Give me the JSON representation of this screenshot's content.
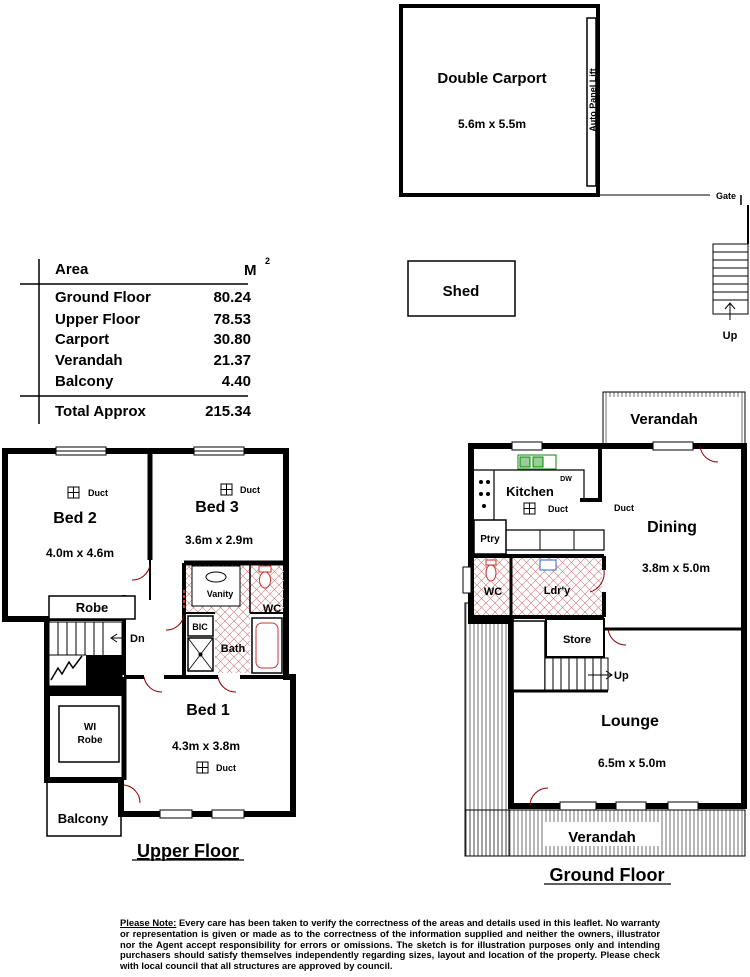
{
  "carport": {
    "title": "Double Carport",
    "dims": "5.6m x 5.5m",
    "door": "Auto Panel Lift"
  },
  "gate": "Gate",
  "shed": "Shed",
  "stairs_up_outside": "Up",
  "area_table": {
    "header_label": "Area",
    "header_unit": "M",
    "header_sup": "2",
    "rows": [
      {
        "label": "Ground Floor",
        "value": "80.24"
      },
      {
        "label": "Upper Floor",
        "value": "78.53"
      },
      {
        "label": "Carport",
        "value": "30.80"
      },
      {
        "label": "Verandah",
        "value": "21.37"
      },
      {
        "label": "Balcony",
        "value": "4.40"
      }
    ],
    "total": {
      "label": "Total Approx",
      "value": "215.34"
    }
  },
  "upper_floor": {
    "title": "Upper Floor",
    "bed2": {
      "name": "Bed 2",
      "dims": "4.0m x 4.6m",
      "duct": "Duct"
    },
    "bed3": {
      "name": "Bed 3",
      "dims": "3.6m x 2.9m",
      "duct": "Duct"
    },
    "bed1": {
      "name": "Bed 1",
      "dims": "4.3m x 3.8m",
      "duct": "Duct"
    },
    "robe": "Robe",
    "dn": "Dn",
    "vanity": "Vanity",
    "wc": "WC",
    "bic": "BIC",
    "bath": "Bath",
    "wi_robe_1": "WI",
    "wi_robe_2": "Robe",
    "balcony": "Balcony"
  },
  "ground_floor": {
    "title": "Ground Floor",
    "verandah_top": "Verandah",
    "verandah_bottom": "Verandah",
    "kitchen": "Kitchen",
    "dw": "DW",
    "kitchen_duct": "Duct",
    "duct": "Duct",
    "dining": {
      "name": "Dining",
      "dims": "3.8m x 5.0m"
    },
    "pantry": "Ptry",
    "wc": "WC",
    "laundry": "Ldr'y",
    "store": "Store",
    "up": "Up",
    "lounge": {
      "name": "Lounge",
      "dims": "6.5m x 5.0m"
    }
  },
  "disclaimer": {
    "lead": "Please Note:",
    "text": " Every care has been taken to verify the correctness of the areas and details used in this leaflet. No warranty or representation is given or made as to the correctness of the information supplied and neither the owners, illustrator nor the Agent accept responsibility for errors or omissions. The sketch is for illustration purposes only and intending purchasers should satisfy themselves independently regarding sizes, layout and location of the property. Please check with local council that all structures are approved by council."
  }
}
